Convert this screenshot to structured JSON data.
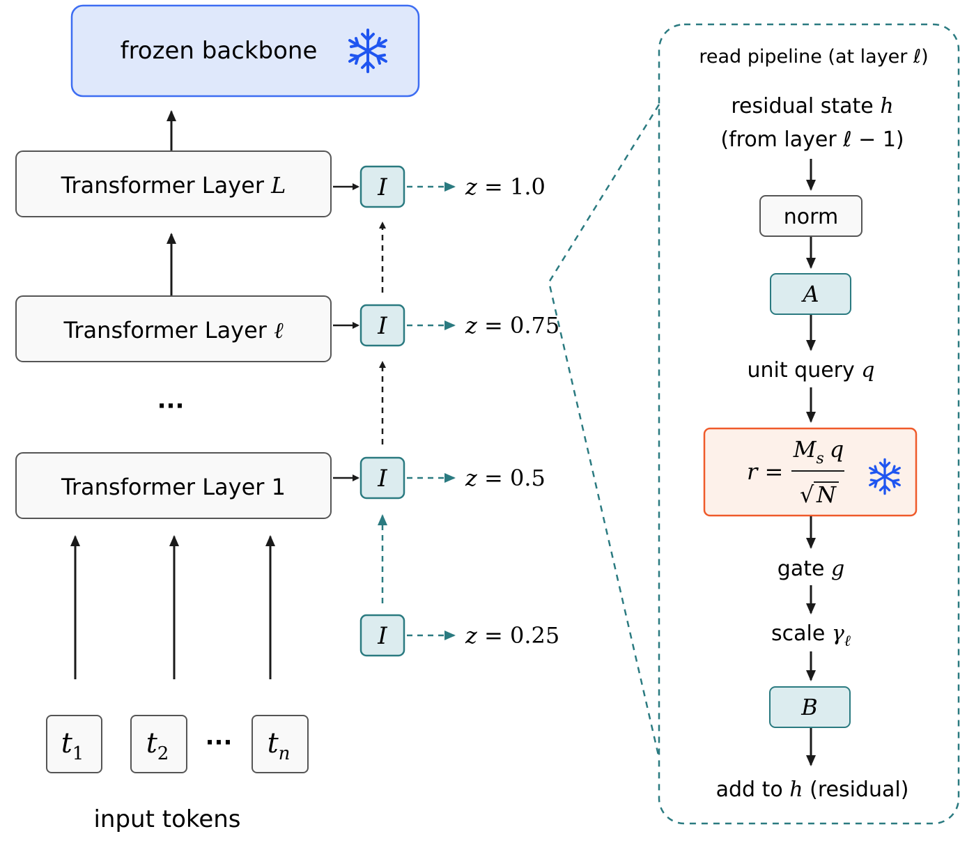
{
  "backbone": {
    "label": "frozen backbone",
    "icon": "snowflake-icon",
    "fill": "#dfe8fb",
    "stroke": "#3d6df2",
    "icon_color": "#1f55f0"
  },
  "layers": {
    "top": {
      "prefix": "Transformer Layer ",
      "var": "L"
    },
    "mid": {
      "prefix": "Transformer Layer ",
      "var": "ℓ"
    },
    "bottom": {
      "prefix": "Transformer Layer 1",
      "var": ""
    },
    "ellipsis": "···"
  },
  "probes": {
    "symbol": "I",
    "fill": "#dcecef",
    "stroke": "#2a7a80",
    "items": [
      {
        "id": "top",
        "label": "z = 1.0"
      },
      {
        "id": "mid",
        "label": "z = 0.75"
      },
      {
        "id": "bottom",
        "label": "z = 0.5"
      },
      {
        "id": "input",
        "label": "z = 0.25"
      }
    ]
  },
  "tokens": {
    "items": [
      {
        "base": "t",
        "sub": "1"
      },
      {
        "base": "t",
        "sub": "2"
      },
      {
        "base": "t",
        "sub": "n"
      }
    ],
    "ellipsis": "···",
    "caption": "input tokens"
  },
  "pipeline": {
    "title": "read pipeline (at layer ℓ)",
    "residual": {
      "line1": "residual state ",
      "line1_var": "h",
      "line2": "(from layer ℓ − 1)"
    },
    "norm": "norm",
    "A": "A",
    "query": {
      "text": "unit query ",
      "var": "q"
    },
    "formula": {
      "lhs": "r =",
      "num_main": "M",
      "num_sub": "s",
      "num_var": "q",
      "den_var": "N",
      "root": "√",
      "icon": "snowflake-icon",
      "stroke": "#ef5a2a",
      "fill": "#fdf1ea"
    },
    "gate": {
      "text": "gate ",
      "var": "g"
    },
    "scale": {
      "text": "scale ",
      "var": "γ",
      "sub": "ℓ"
    },
    "B": "B",
    "add": {
      "text1": "add to ",
      "var": "h",
      "text2": " (residual)"
    }
  },
  "colors": {
    "teal": "#2a7a80",
    "dark": "#1a1a1a",
    "box_stroke": "#555555"
  }
}
